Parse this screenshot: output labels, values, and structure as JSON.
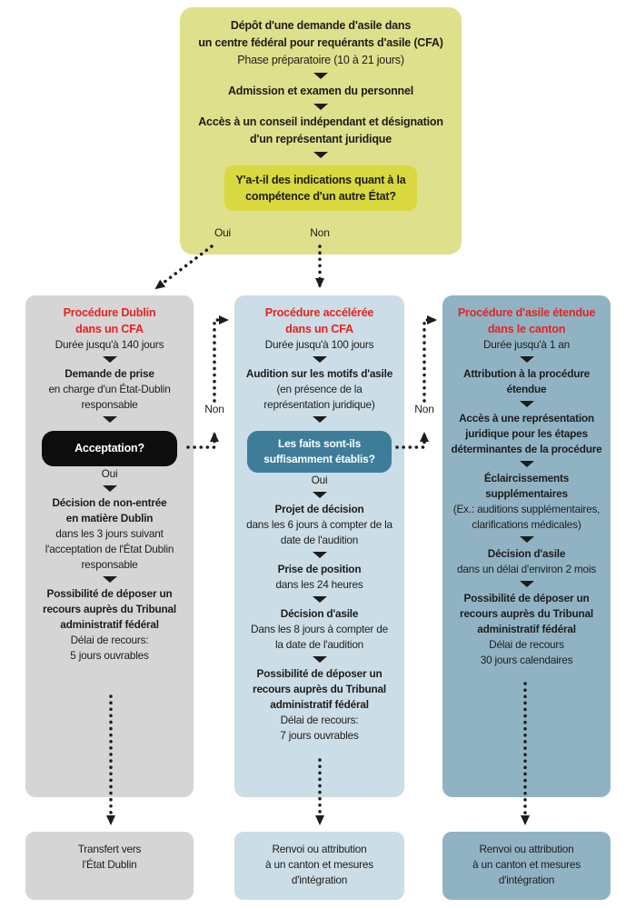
{
  "colors": {
    "canvas": "#ffffff",
    "top-box": "#dfe08c",
    "question-pill": "#d9d841",
    "grey-box": "#d5d5d5",
    "light-blue-box": "#cbdde6",
    "blue-grey-box": "#90b3c4",
    "black-pill": "#0d0d0d",
    "teal-pill": "#3e7d99",
    "red-title": "#e52320",
    "ink": "#1d1d1b"
  },
  "top": {
    "step1_bold": "Dépôt d'une demande d'asile dans\nun centre fédéral pour requérants d'asile (CFA)",
    "step1_sub": "Phase préparatoire (10 à 21 jours)",
    "step2": "Admission et examen du personnel",
    "step3": "Accès à un conseil indépendant et désignation\nd'un représentant juridique",
    "question": "Y'a-t-il des indications quant à la\ncompétence d'un autre État?",
    "oui": "Oui",
    "non": "Non"
  },
  "cols": [
    {
      "title": "Procédure Dublin\ndans un CFA",
      "duration": "Durée jusqu'à 140 jours",
      "s1b": "Demande de prise",
      "s1s": "en charge d'un État-Dublin\nresponsable",
      "pill": "Acceptation?",
      "oui": "Oui",
      "s2b": "Décision de non-entrée\nen matière Dublin",
      "s2s": "dans les 3 jours suivant\nl'acceptation de l'État Dublin\nresponsable",
      "s3b": "Possibilité de déposer un\nrecours auprès du Tribunal\nadministratif fédéral",
      "s3s": "Délai de recours:\n5 jours ouvrables"
    },
    {
      "title": "Procédure accélérée\ndans un CFA",
      "duration": "Durée jusqu'à 100 jours",
      "s1b": "Audition sur les motifs d'asile",
      "s1s": "(en présence de la\nreprésentation juridique)",
      "pill": "Les faits sont-ils\nsuffisamment établis?",
      "oui": "Oui",
      "s2b": "Projet de décision",
      "s2s": "dans les 6 jours à compter de la\ndate de l'audition",
      "s3b": "Prise de position",
      "s3s": "dans les 24 heures",
      "s4b": "Décision d'asile",
      "s4s": "Dans les 8 jours à compter de\nla date de l'audition",
      "s5b": "Possibilité de déposer un\nrecours auprès du Tribunal\nadministratif fédéral",
      "s5s": "Délai de recours:\n7 jours ouvrables"
    },
    {
      "title": "Procédure d'asile étendue\ndans le canton",
      "duration": "Durée jusqu'à 1 an",
      "s1b": "Attribution à la procédure\nétendue",
      "s2b": "Accès à une représentation\njuridique pour les étapes\ndéterminantes de la procédure",
      "s3b": "Éclaircissements\nsupplémentaires",
      "s3s": "(Ex.: auditions supplémentaires,\nclarifications médicales)",
      "s4b": "Décision d'asile",
      "s4s": "dans un délai d'environ 2 mois",
      "s5b": "Possibilité de déposer un\nrecours auprès du Tribunal\nadministratif fédéral",
      "s5s": "Délai de recours\n30 jours calendaires"
    }
  ],
  "connectors": {
    "non_left": "Non",
    "non_right": "Non"
  },
  "bottoms": [
    "Transfert vers\nl'État Dublin",
    "Renvoi ou attribution\nà un canton et mesures\nd'intégration",
    "Renvoi ou attribution\nà un canton et mesures\nd'intégration"
  ]
}
